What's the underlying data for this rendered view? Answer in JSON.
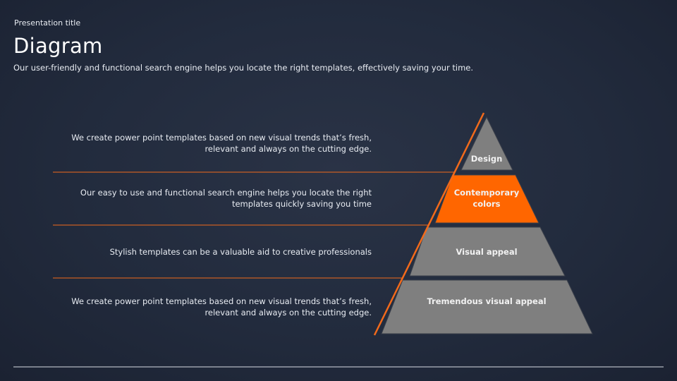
{
  "header": {
    "presentation_title": "Presentation title",
    "title": "Diagram",
    "subtitle": "Our user-friendly and functional search engine helps you locate the right templates, effectively saving your time."
  },
  "rows": [
    {
      "description": "We create power point templates based on new visual trends that’s fresh, relevant and always on the cutting edge.",
      "line1": "We create power point templates based on new visual trends that’s fresh,",
      "line2": "relevant and always on the cutting edge.",
      "tier": "Design",
      "tier_color": "#7f7f7f"
    },
    {
      "line1": "Our easy to use and functional  search engine helps you locate the right",
      "line2": "templates quickly saving you time",
      "tier_line1": "Contemporary",
      "tier_line2": "colors",
      "tier_color": "#ff6600"
    },
    {
      "line1": "Stylish  templates can be a valuable aid to creative professionals",
      "tier": "Visual appeal",
      "tier_color": "#7f7f7f"
    },
    {
      "line1": "We create power point templates based on new visual trends that’s fresh,",
      "line2": "relevant and always on the cutting edge.",
      "tier": "Tremendous  visual appeal",
      "tier_color": "#7f7f7f"
    }
  ],
  "colors": {
    "accent": "#f26a1b",
    "tier_gray": "#7f7f7f",
    "background": "#232c3e"
  }
}
